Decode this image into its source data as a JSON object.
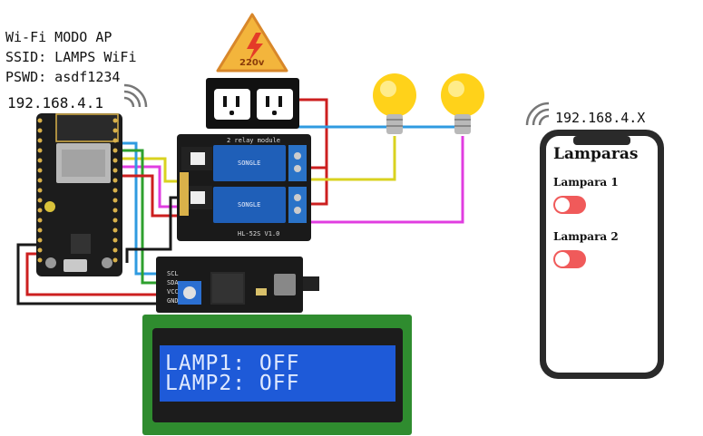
{
  "wifi_info": {
    "line1": "Wi-Fi MODO AP",
    "line2": "SSID: LAMPS WiFi",
    "line3": "PSWD: asdf1234"
  },
  "esp_ip": "192.168.4.1",
  "phone_ip": "192.168.4.X",
  "warning_sign": {
    "voltage": "220v"
  },
  "relay_module": {
    "top_label": "2 relay module",
    "bottom_label": "HL-52S V1.0",
    "relay_brand": "SONGLE"
  },
  "i2c_pins": [
    "SCL",
    "SDA",
    "VCC",
    "GND"
  ],
  "lcd": {
    "line1": "LAMP1: OFF",
    "line2": "LAMP2: OFF"
  },
  "phone_app": {
    "title": "Lamparas",
    "lamps": [
      {
        "label": "Lampara 1",
        "state": "off"
      },
      {
        "label": "Lampara 2",
        "state": "off"
      }
    ]
  },
  "colors": {
    "wire_red": "#cc1f1f",
    "wire_black": "#1a1a1a",
    "wire_blue": "#2f9be0",
    "wire_yellow": "#d9d21f",
    "wire_magenta": "#e03de0",
    "wire_green": "#2ea02e",
    "relay_blue": "#1f5fb8",
    "toggle_off": "#f05a5a"
  }
}
